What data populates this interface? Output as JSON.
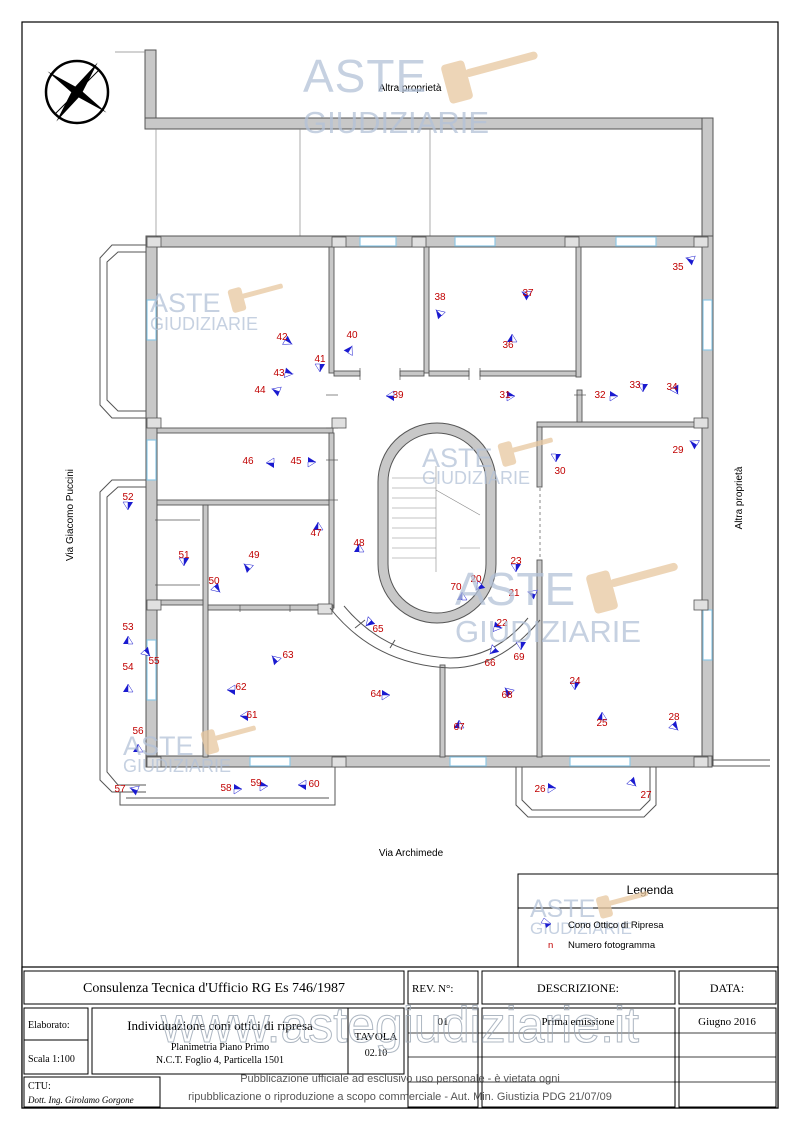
{
  "watermark": {
    "line1": "ASTE",
    "line2": "GIUDIZIARIE",
    "site": "www.astegiudiziarie.it",
    "notice_line1": "Pubblicazione ufficiale ad esclusivo uso personale - è vietata ogni",
    "notice_line2": "ripubblicazione o riproduzione a scopo commerciale - Aut. Min. Giustizia PDG 21/07/09"
  },
  "labels": {
    "top": "Altra proprietà",
    "right": "Altra proprietà",
    "left": "Via Giacomo Puccini",
    "bottom": "Via Archimede"
  },
  "photo_points": [
    "20",
    "21",
    "23",
    "22",
    "24",
    "25",
    "26",
    "27",
    "28",
    "29",
    "30",
    "31",
    "32",
    "33",
    "34",
    "35",
    "36",
    "37",
    "38",
    "39",
    "40",
    "41",
    "42",
    "43",
    "44",
    "45",
    "46",
    "47",
    "48",
    "49",
    "50",
    "51",
    "52",
    "53",
    "54",
    "55",
    "56",
    "57",
    "58",
    "59",
    "60",
    "61",
    "62",
    "63",
    "64",
    "65",
    "66",
    "67",
    "68",
    "69",
    "70"
  ],
  "legend": {
    "title": "Legenda",
    "cone_label": "Cono Ottico di Ripresa",
    "n_symbol": "n",
    "n_label": "Numero fotogramma"
  },
  "title_block": {
    "consulenza": "Consulenza Tecnica d'Ufficio RG Es 746/1987",
    "rev_header": "REV. N°:",
    "desc_header": "DESCRIZIONE:",
    "data_header": "DATA:",
    "elaborato_label": "Elaborato:",
    "elaborato_title": "Individuazione coni ottici di ripresa",
    "elaborato_sub1": "Planimetria Piano Primo",
    "elaborato_sub2": "N.C.T. Foglio 4, Particella 1501",
    "tavola_label": "TAVOLA",
    "tavola_num": "02.10",
    "scala": "Scala 1:100",
    "rev_num": "01",
    "rev_desc": "Prima emissione",
    "rev_date": "Giugno 2016",
    "ctu_label": "CTU:",
    "ctu_name": "Dott. Ing. Girolamo Gorgone"
  },
  "colors": {
    "wall": "#c8c8c8",
    "wall_edge": "#555555",
    "number": "#c00000",
    "cone": "#1a1ad0",
    "watermark": "#b3c2d8",
    "hammer": "#e8c8a0",
    "window": "#8ec7e6"
  }
}
